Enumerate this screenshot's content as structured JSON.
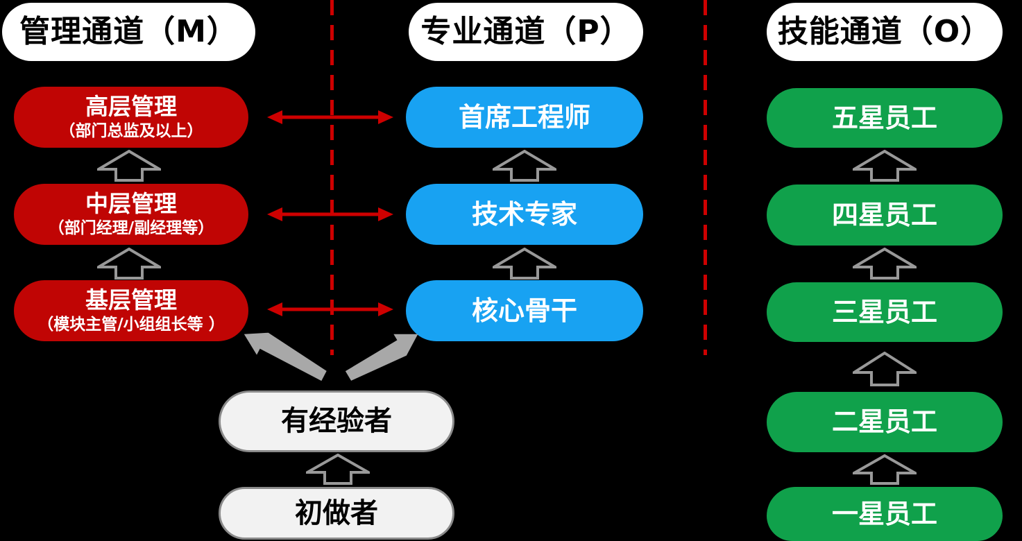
{
  "diagram": {
    "background": "#000000",
    "colors": {
      "management_pill": "#c00504",
      "professional_pill": "#18a2f2",
      "skill_pill": "#10a14b",
      "entry_pill": "#f2f2f2",
      "transfer_arrow": "#ce0000",
      "divider_dash": "#ce0000",
      "promotion_arrow_outline": "#999999",
      "entry_arrow": "#a8a8a8",
      "header_pill": "#ffffff"
    },
    "channels": [
      {
        "id": "management",
        "header": "管理通道（M）",
        "levels": [
          {
            "title": "高层管理",
            "subtitle": "（部门总监及以上）"
          },
          {
            "title": "中层管理",
            "subtitle": "（部门经理/副经理等）"
          },
          {
            "title": "基层管理",
            "subtitle": "（模块主管/小组组长等 ）"
          }
        ]
      },
      {
        "id": "professional",
        "header": "专业通道（P）",
        "levels": [
          {
            "title": "首席工程师"
          },
          {
            "title": "技术专家"
          },
          {
            "title": "核心骨干"
          }
        ]
      },
      {
        "id": "skill",
        "header": "技能通道（O）",
        "levels": [
          {
            "title": "五星员工"
          },
          {
            "title": "四星员工"
          },
          {
            "title": "三星员工"
          },
          {
            "title": "二星员工"
          },
          {
            "title": "一星员工"
          }
        ]
      }
    ],
    "entry": {
      "experienced": {
        "title": "有经验者"
      },
      "beginner": {
        "title": "初做者"
      }
    }
  }
}
